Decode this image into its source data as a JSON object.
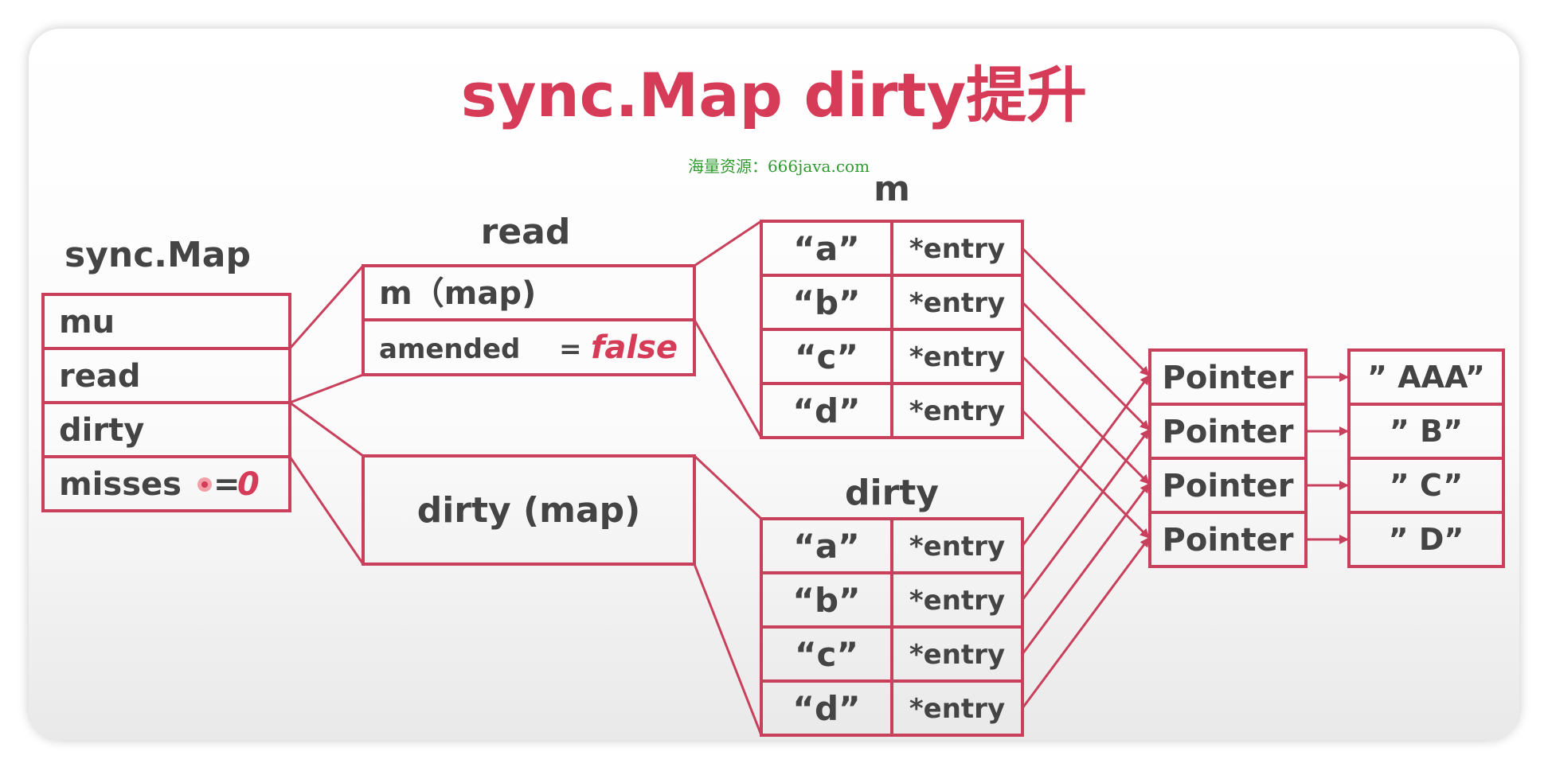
{
  "title": "sync.Map dirty提升",
  "watermark": "海量资源：666java.com",
  "accent_color": "#d63b58",
  "line_color": "#c8405c",
  "text_color": "#444444",
  "syncmap": {
    "header": "sync.Map",
    "fields": [
      "mu",
      "read",
      "dirty",
      "misses"
    ],
    "misses_eq": "=",
    "misses_value": "0"
  },
  "read": {
    "header": "read",
    "m_label": "m（map)",
    "amended_label": "amended",
    "amended_eq": "=",
    "amended_value": "false"
  },
  "dirty_box": {
    "label": "dirty (map)"
  },
  "m_table": {
    "header": "m",
    "keys": [
      "“a”",
      "“b”",
      "“c”",
      "“d”"
    ],
    "values": [
      "*entry",
      "*entry",
      "*entry",
      "*entry"
    ]
  },
  "dirty_table": {
    "header": "dirty",
    "keys": [
      "“a”",
      "“b”",
      "“c”",
      "“d”"
    ],
    "values": [
      "*entry",
      "*entry",
      "*entry",
      "*entry"
    ]
  },
  "pointers": [
    "Pointer",
    "Pointer",
    "Pointer",
    "Pointer"
  ],
  "values": [
    "” AAA”",
    "” B”",
    "” C”",
    "” D”"
  ]
}
